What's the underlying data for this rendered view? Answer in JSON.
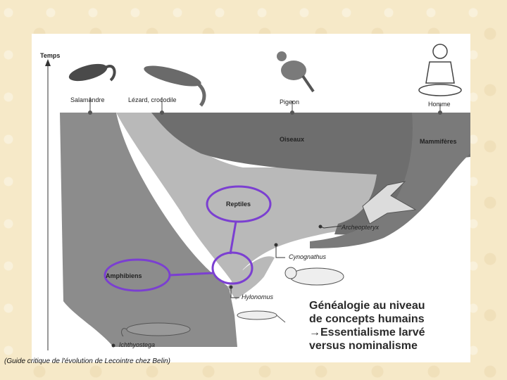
{
  "figure": {
    "axis_label": "Temps",
    "taxa": {
      "salamandre": "Salamandre",
      "lezard_crocodile": "Lézard, crocodile",
      "pigeon": "Pigeon",
      "homme": "Homme",
      "oiseaux": "Oiseaux",
      "mammiferes": "Mammifères",
      "reptiles": "Reptiles",
      "amphibiens": "Amphibiens",
      "archeopteryx": "Archeopteryx",
      "cynognathus": "Cynognathus",
      "hylonomus": "Hylonomus",
      "ichthyostega": "Ichthyostega"
    },
    "colors": {
      "amphibiens": "#8c8c8c",
      "reptiles": "#b9b9b9",
      "oiseaux": "#6e6e6e",
      "mammiferes": "#7a7a7a",
      "highlight": "#7b3fd1"
    }
  },
  "caption": "(Guide critique de l'évolution de Lecointre chez Belin)",
  "note": {
    "line1": "Généalogie au niveau",
    "line2": "de concepts humains",
    "line3": "→Essentialisme larvé",
    "line4": "versus nominalisme"
  }
}
